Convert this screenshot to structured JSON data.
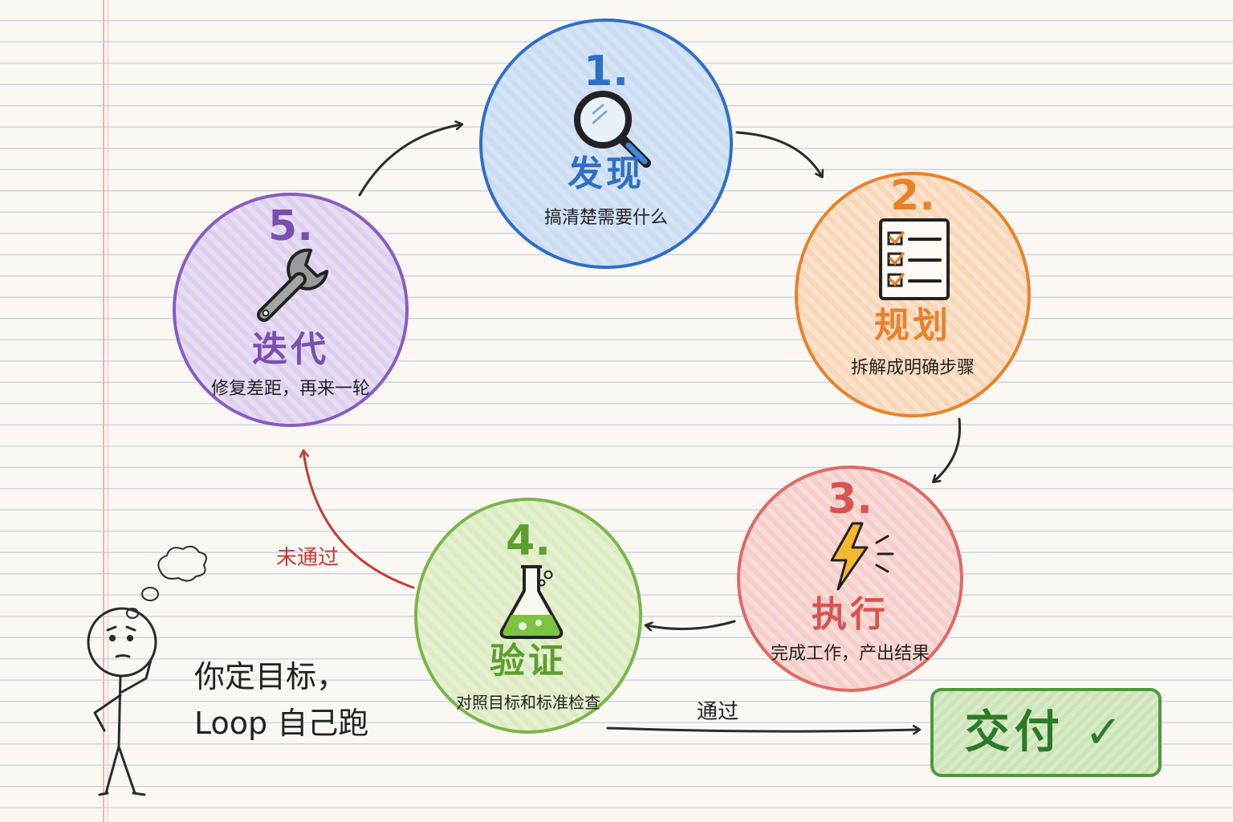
{
  "nodes": [
    {
      "num": "1.",
      "title": "发现",
      "subtitle": "搞清楚需要什么",
      "color": "#2f6fc6",
      "fill": "#d4e3f7",
      "icon": "magnifier-icon"
    },
    {
      "num": "2.",
      "title": "规划",
      "subtitle": "拆解成明确步骤",
      "color": "#e8822a",
      "fill": "#fbe0c8",
      "icon": "checklist-icon"
    },
    {
      "num": "3.",
      "title": "执行",
      "subtitle": "完成工作，产出结果",
      "color": "#d9534f",
      "fill": "#f9d9d6",
      "icon": "lightning-icon"
    },
    {
      "num": "4.",
      "title": "验证",
      "subtitle": "对照目标和标准检查",
      "color": "#5e9e2e",
      "fill": "#e4f0cf",
      "icon": "flask-icon"
    },
    {
      "num": "5.",
      "title": "迭代",
      "subtitle": "修复差距，再来一轮",
      "color": "#7b4fb0",
      "fill": "#e6dcf2",
      "icon": "wrench-icon"
    }
  ],
  "edges": {
    "fail_label": "未通过",
    "pass_label": "通过"
  },
  "deliver": {
    "label": "交付 ✓"
  },
  "person": {
    "line1": "你定目标，",
    "line2": "Loop 自己跑"
  }
}
